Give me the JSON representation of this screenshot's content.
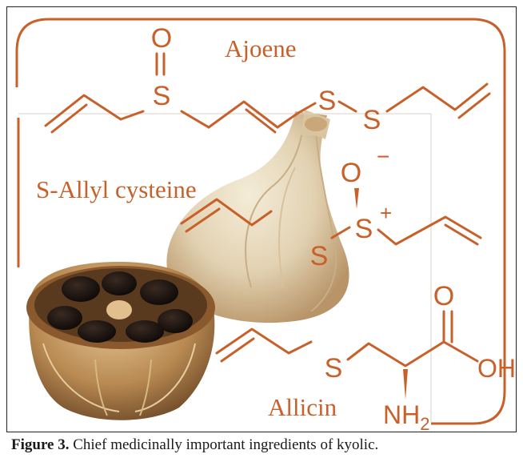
{
  "figure": {
    "compounds": {
      "ajoene": "Ajoene",
      "s_allyl_cysteine": "S-Allyl cysteine",
      "allicin": "Allicin"
    },
    "atoms": {
      "oxygen": "O",
      "sulfur": "S",
      "oxide_anion": "O",
      "minus": "−",
      "plus": "+",
      "hydroxyl": "OH",
      "amine_n": "NH",
      "amine_sub": "2"
    },
    "colors": {
      "structure": "#c8602a",
      "frame": "#222222"
    },
    "caption": {
      "label": "Figure 3.",
      "text": " Chief medicinally important ingredients of kyolic."
    }
  }
}
